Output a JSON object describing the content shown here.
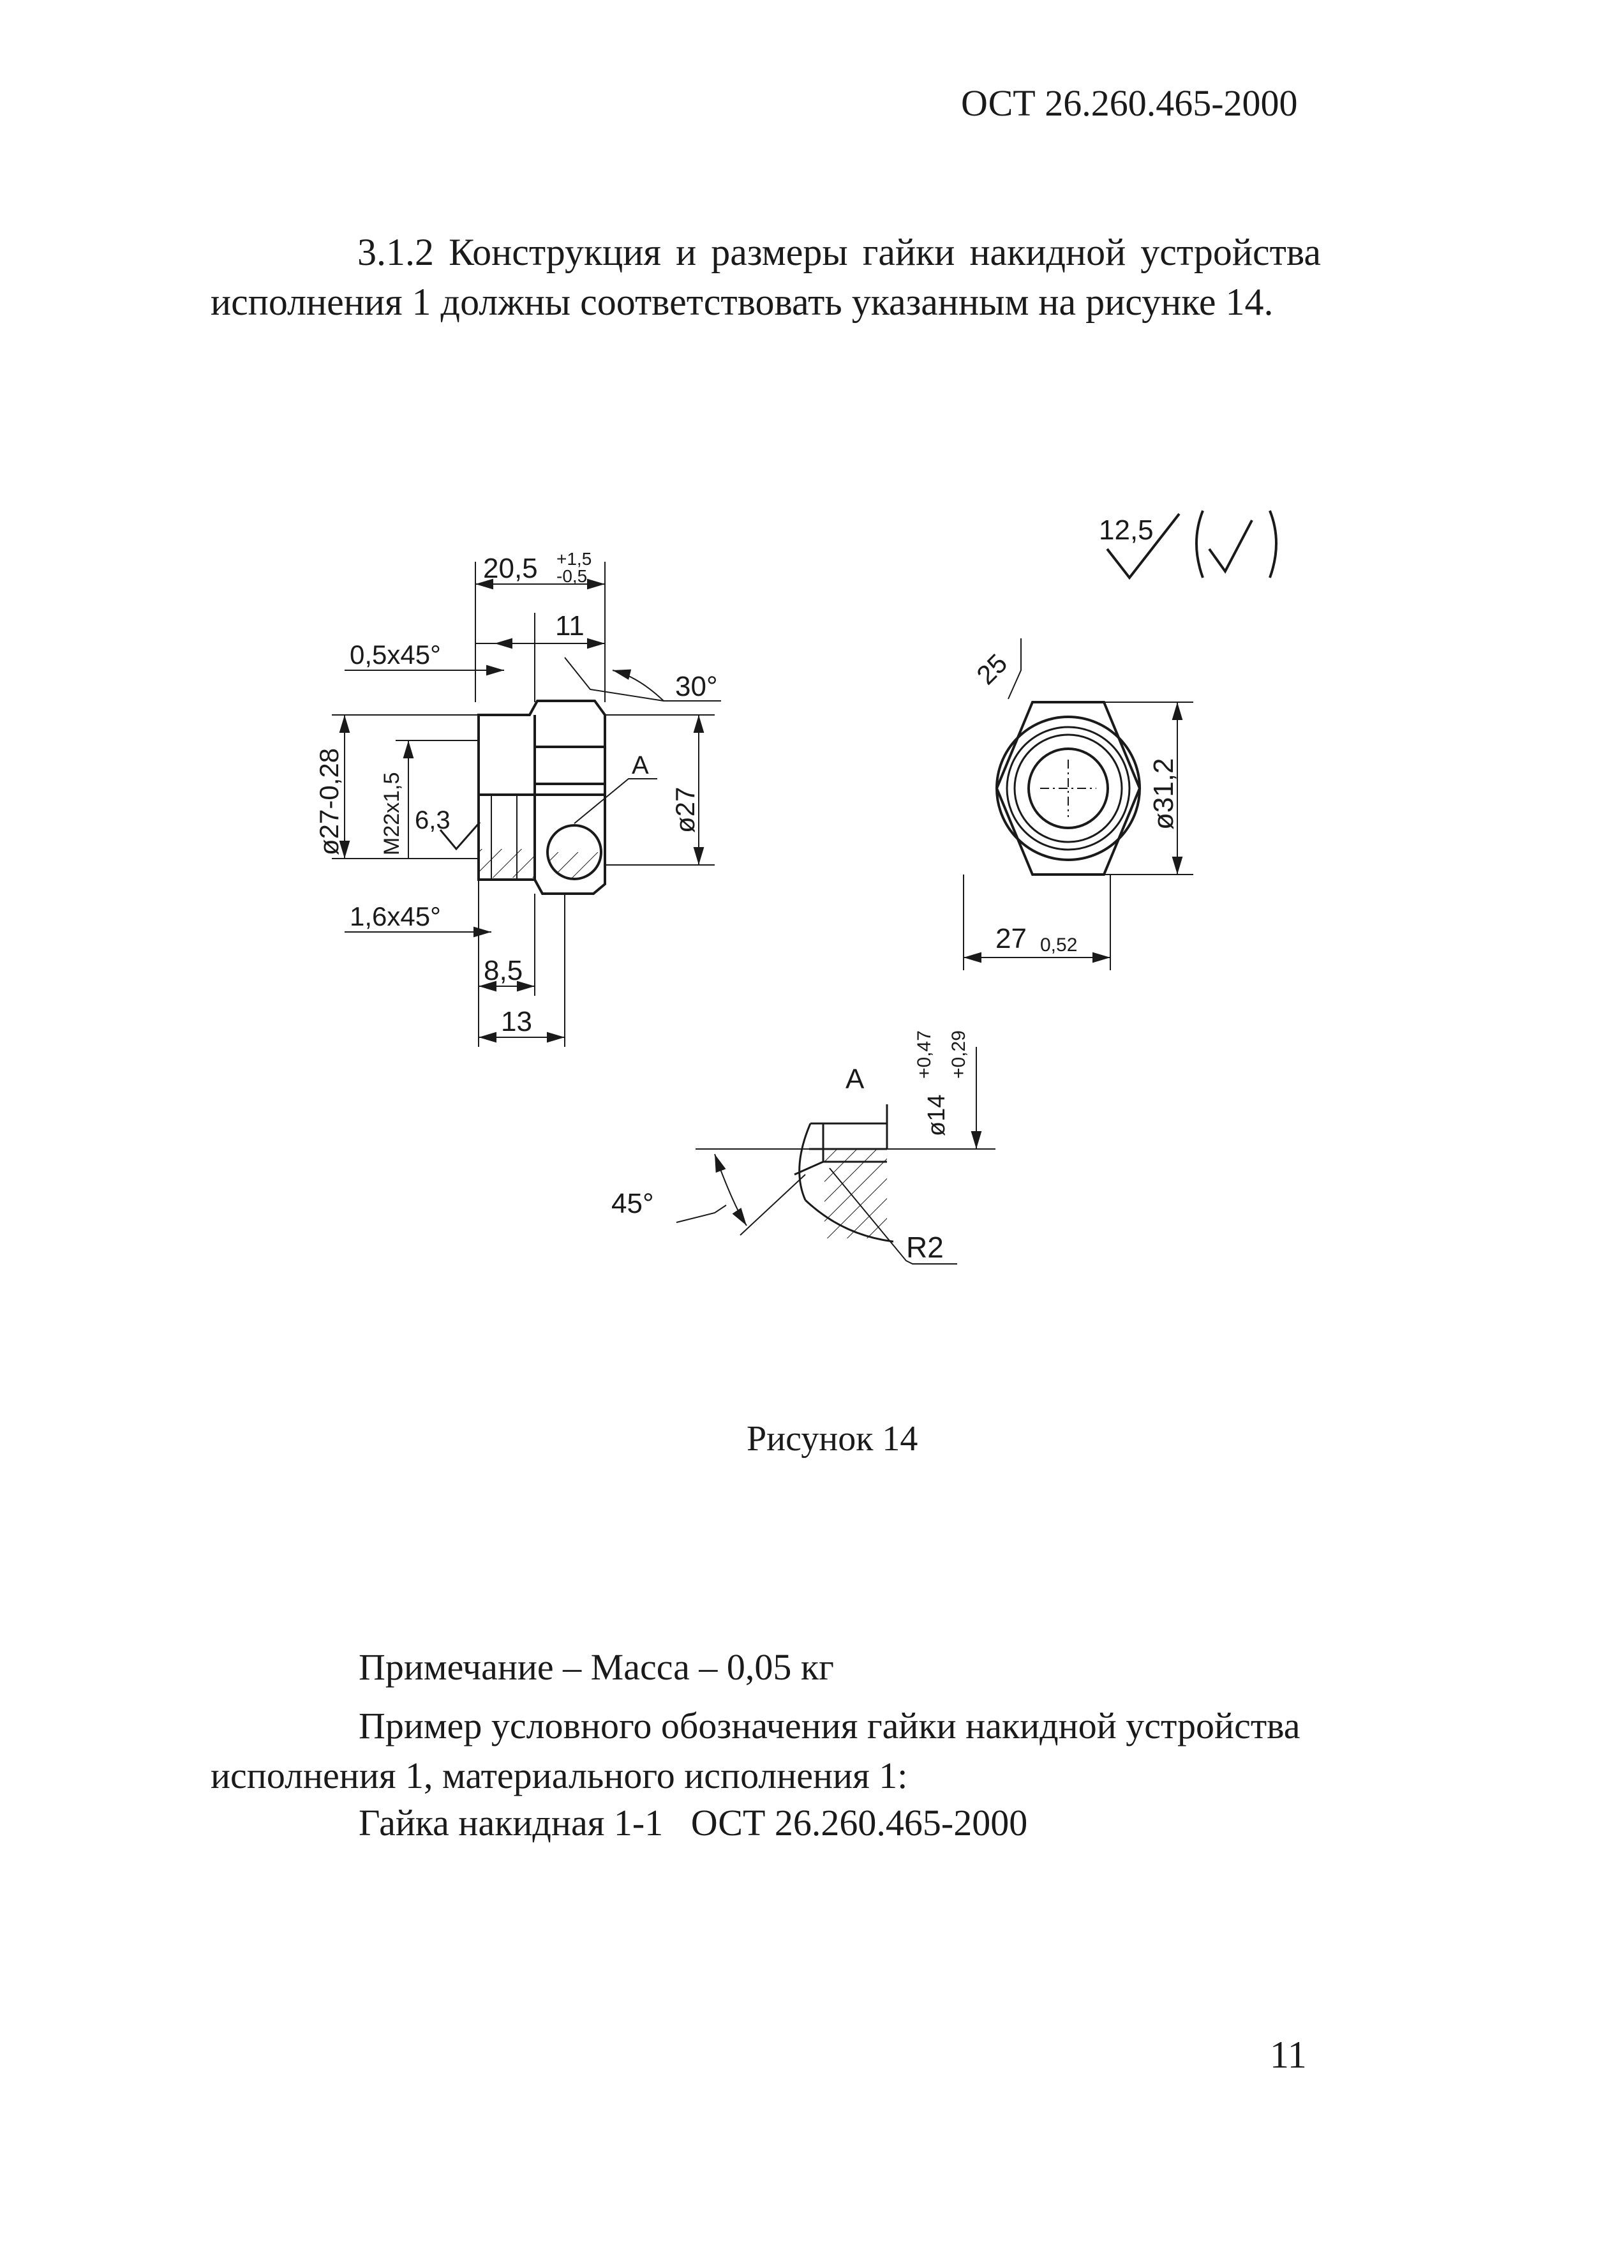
{
  "header": {
    "doc_code": "ОСТ 26.260.465-2000"
  },
  "section": {
    "para_line1": "3.1.2 Конструкция и размеры гайки накидной устройства",
    "para_line2": "исполнения 1 должны соответствовать указанным на рисунке 14."
  },
  "figure": {
    "roughness_value": "12,5",
    "side_view": {
      "dim_length": "20,5",
      "dim_length_tol_upper": "+1,5",
      "dim_length_tol_lower": "-0,5",
      "dim_11": "11",
      "chamfer_top": "0,5x45°",
      "angle_30": "30°",
      "dia_outer": "ø27-0,28",
      "thread": "M22x1,5",
      "roughness_inner": "6,3",
      "section_mark": "A",
      "dia_27": "ø27",
      "chamfer_bottom": "1,6x45°",
      "dim_8_5": "8,5",
      "dim_13": "13"
    },
    "end_view": {
      "roughness_25": "25",
      "dia_31_2": "ø31,2",
      "width_27": "27",
      "width_tol": "0,52"
    },
    "detail_a": {
      "title": "A",
      "dia_14": "ø14",
      "tol_upper": "+0,47",
      "tol_lower": "+0,29",
      "angle_45": "45°",
      "radius": "R2"
    },
    "caption": "Рисунок 14"
  },
  "note": "Примечание – Масса – 0,05 кг",
  "example": {
    "line1": "Пример условного обозначения гайки накидной устройства",
    "line2": "исполнения 1, материального исполнения 1:",
    "designation": "Гайка накидная 1-1   ОСТ 26.260.465-2000"
  },
  "page_number": "11"
}
